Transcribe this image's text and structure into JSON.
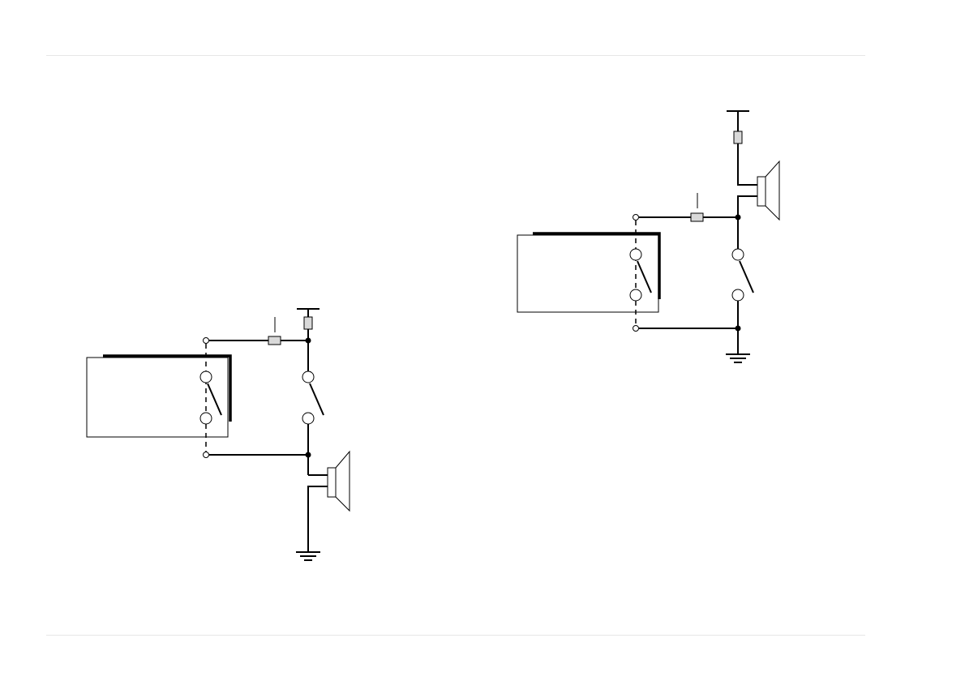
{
  "page": {
    "rule_color": "#e6e6e6",
    "line_color": "#000000"
  },
  "diagrams": [
    {
      "id": "schematic-a",
      "label": "",
      "components": [
        "battery-terminal",
        "fuse",
        "fuse",
        "external-switch",
        "relay-block",
        "speaker-horn",
        "ground"
      ]
    },
    {
      "id": "schematic-b",
      "label": "",
      "components": [
        "battery-terminal",
        "fuse",
        "fuse",
        "external-switch",
        "relay-block",
        "speaker-horn",
        "ground"
      ]
    }
  ]
}
